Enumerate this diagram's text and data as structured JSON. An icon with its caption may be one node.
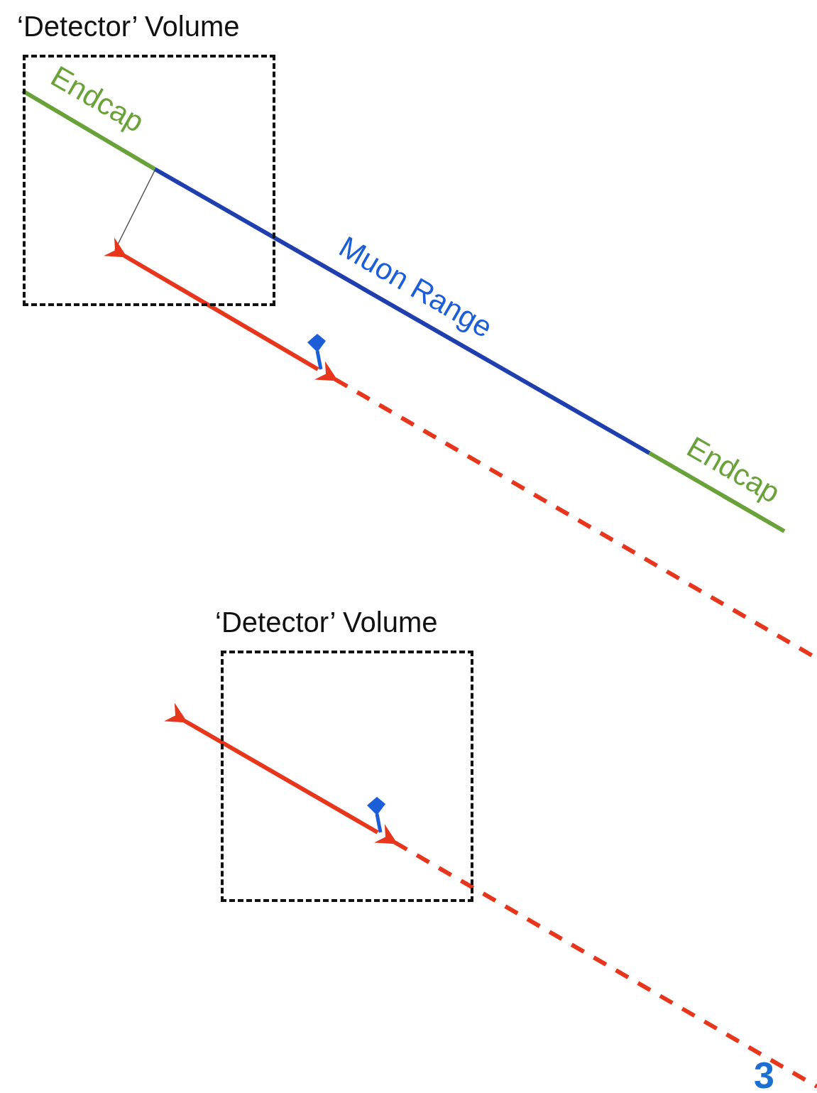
{
  "diagram": {
    "nodes": [
      {
        "text": [
          "‘Detector’ Volume"
        ]
      },
      {
        "text": [
          "‘Detector’ Volume"
        ]
      }
    ],
    "labels": [
      "Endcap",
      "Muon Range",
      "Endcap",
      "3"
    ]
  }
}
